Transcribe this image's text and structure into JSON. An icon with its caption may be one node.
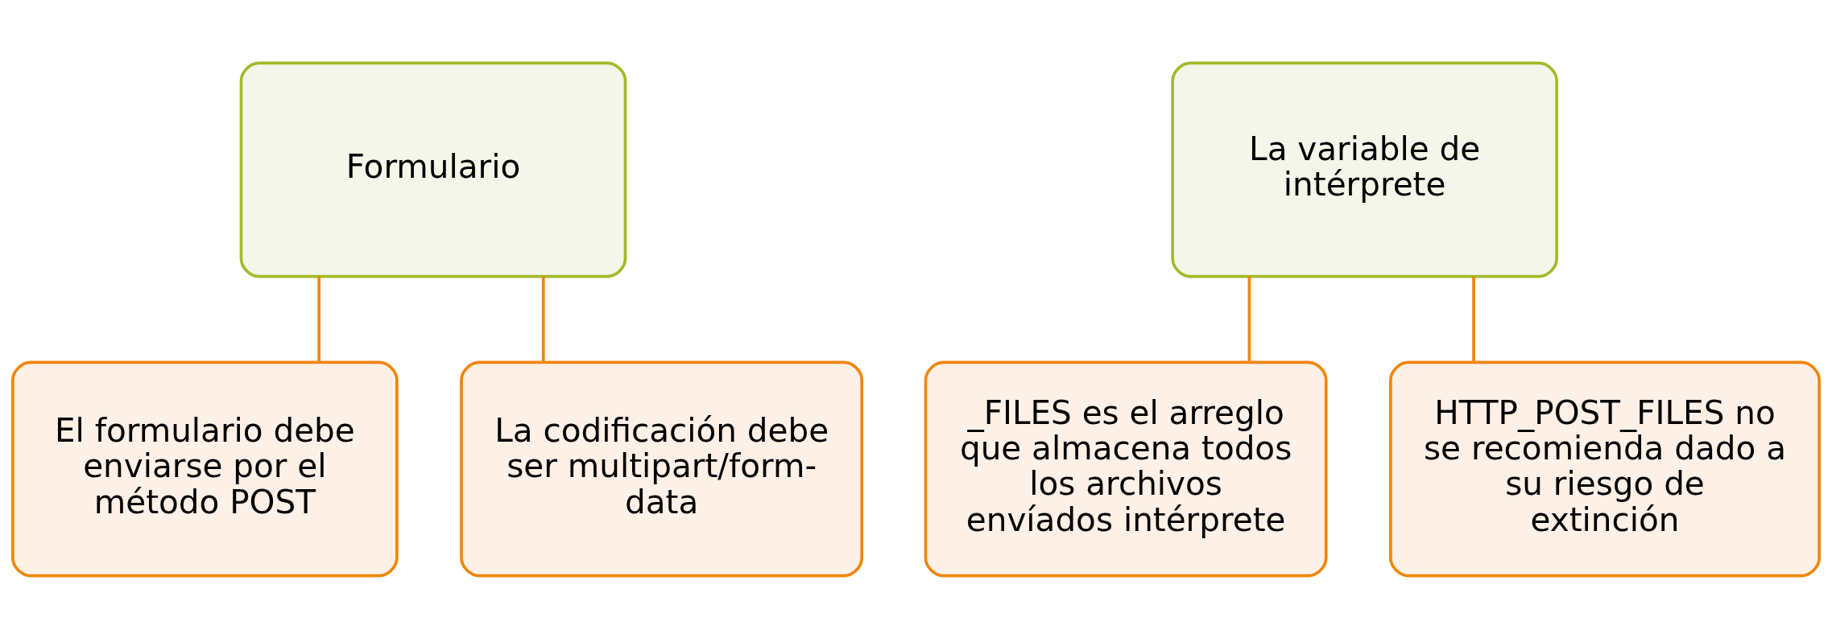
{
  "diagram": {
    "nodes": [
      {
        "text": [
          "Formulario"
        ]
      },
      {
        "text": [
          "El formulario debe enviarse por el método POST"
        ]
      },
      {
        "text": [
          "La codificación debe ser multipart/form-data"
        ]
      },
      {
        "text": [
          "La variable de intérprete"
        ]
      },
      {
        "text": [
          "_FILES es el arreglo que almacena todos los archivos envíados intérprete"
        ]
      },
      {
        "text": [
          "HTTP_POST_FILES no se recomienda dado a su riesgo de extinción"
        ]
      }
    ],
    "edges": [
      {
        "from": 0,
        "to": 1,
        "arrow": "none"
      },
      {
        "from": 0,
        "to": 2,
        "arrow": "none"
      },
      {
        "from": 3,
        "to": 4,
        "arrow": "none"
      },
      {
        "from": 3,
        "to": 5,
        "arrow": "none"
      }
    ]
  }
}
